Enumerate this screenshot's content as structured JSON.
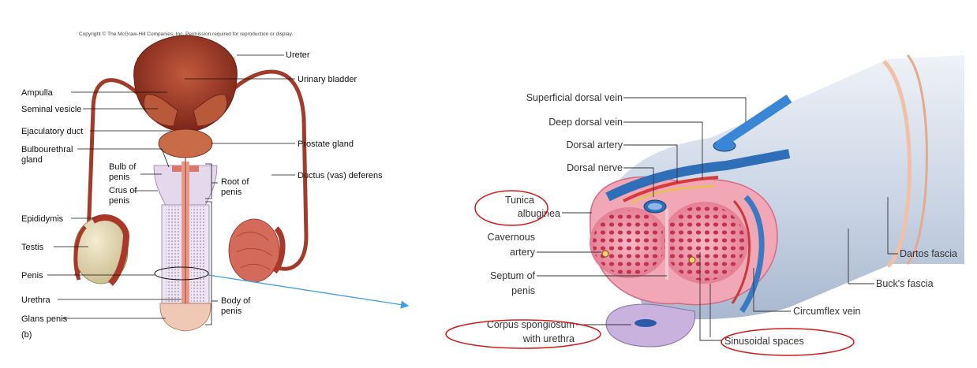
{
  "left_figure": {
    "copyright": "Copyright © The McGraw-Hill Companies, Inc. Permission required for reproduction or display.",
    "panel_letter": "(b)",
    "labels": {
      "ureter": "Ureter",
      "urinary_bladder": "Urinary bladder",
      "ampulla": "Ampulla",
      "seminal_vesicle": "Seminal vesicle",
      "ejaculatory_duct": "Ejaculatory duct",
      "prostate_gland": "Prostate gland",
      "bulbourethral_1": "Bulbourethral",
      "bulbourethral_2": "gland",
      "bulb_1": "Bulb of",
      "bulb_2": "penis",
      "crus_1": "Crus of",
      "crus_2": "penis",
      "root_1": "Root of",
      "root_2": "penis",
      "ductus": "Ductus (vas) deferens",
      "epididymis": "Epididymis",
      "testis": "Testis",
      "penis": "Penis",
      "urethra": "Urethra",
      "glans": "Glans penis",
      "body_1": "Body of",
      "body_2": "penis"
    }
  },
  "right_figure": {
    "labels": {
      "superficial_dorsal_vein": "Superficial dorsal vein",
      "deep_dorsal_vein": "Deep dorsal vein",
      "dorsal_artery": "Dorsal artery",
      "dorsal_nerve": "Dorsal nerve",
      "tunica_1": "Tunica",
      "tunica_2": "albuginea",
      "cavernous_1": "Cavernous",
      "cavernous_2": "artery",
      "septum_1": "Septum of",
      "septum_2": "penis",
      "corpus_1": "Corpus spongiosum",
      "corpus_2": "with urethra",
      "sinusoidal": "Sinusoidal spaces",
      "circumflex": "Circumflex vein",
      "bucks": "Buck's fascia",
      "dartos": "Dartos fascia"
    },
    "highlight_color": "#d11a1a"
  },
  "arrow_color": "#3fa0e6"
}
